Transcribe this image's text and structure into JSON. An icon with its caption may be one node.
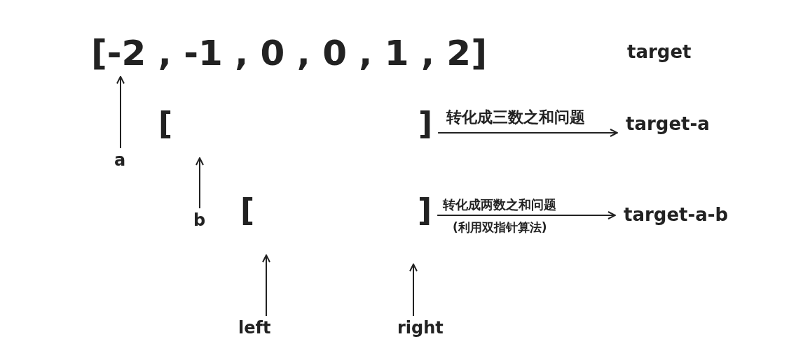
{
  "diagram": {
    "nodes": [
      {
        "text": [
          "[-2 , -1 , 0 , 0 , 1 , 2]"
        ]
      },
      {
        "text": [
          "target"
        ]
      },
      {
        "text": [
          "]"
        ]
      },
      {
        "text": [
          "target-a"
        ]
      },
      {
        "text": [
          "a"
        ]
      },
      {
        "text": [
          "b"
        ]
      },
      {
        "text": [
          "]"
        ]
      },
      {
        "text": [
          "target-a-b"
        ]
      },
      {
        "text": [
          "left"
        ]
      },
      {
        "text": [
          "right"
        ]
      }
    ],
    "edges": [
      {
        "from": 4,
        "to": 0,
        "arrow": "to"
      },
      {
        "from": 5,
        "to": null,
        "arrow": "to"
      },
      {
        "from": 8,
        "to": null,
        "arrow": "to"
      },
      {
        "from": 9,
        "to": null,
        "arrow": "to"
      },
      {
        "from": 2,
        "to": 3,
        "arrow": "to",
        "label": "转化成三数之和问题"
      },
      {
        "from": 6,
        "to": 7,
        "arrow": "to",
        "label": "转化成两数之和问题"
      }
    ],
    "labels": [
      "[",
      "[",
      "(利用双指针算法)"
    ]
  }
}
